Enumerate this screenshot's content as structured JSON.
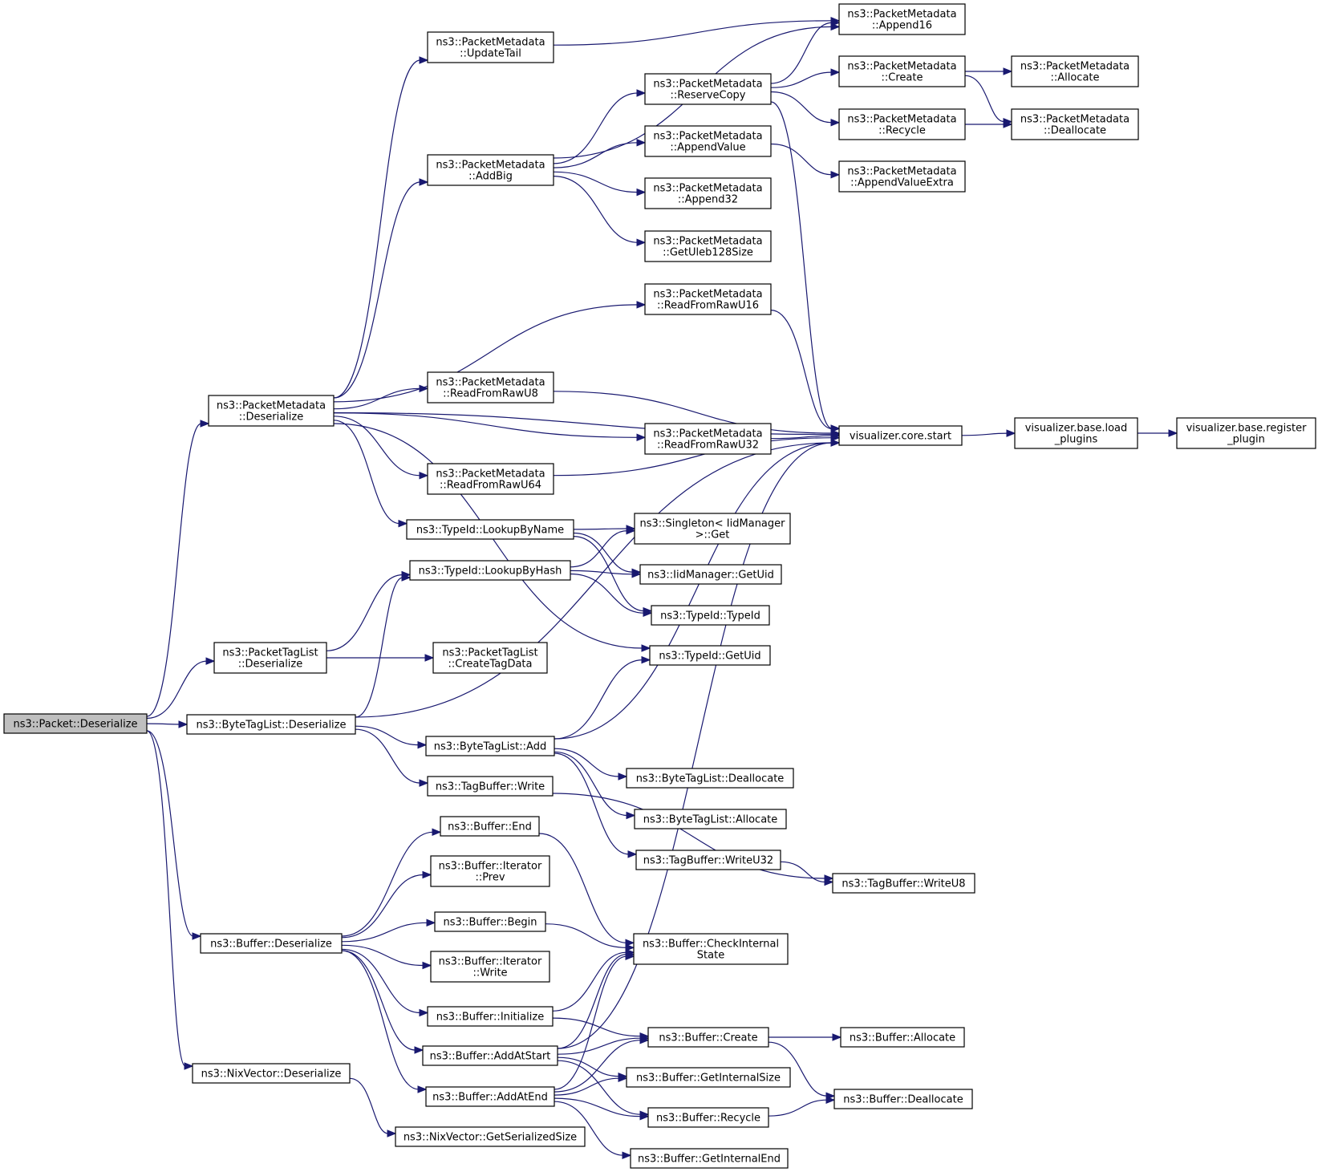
{
  "colors": {
    "edge": "#191970",
    "root_fill": "#bfbfbf",
    "node_fill": "#ffffff",
    "border": "#000000"
  },
  "nodes": [
    {
      "id": "packet_deserialize",
      "lines": [
        "ns3::Packet::Deserialize"
      ],
      "root": true
    },
    {
      "id": "pm_deserialize",
      "lines": [
        "ns3::PacketMetadata",
        "::Deserialize"
      ]
    },
    {
      "id": "ptl_deserialize",
      "lines": [
        "ns3::PacketTagList",
        "::Deserialize"
      ]
    },
    {
      "id": "btl_deserialize",
      "lines": [
        "ns3::ByteTagList::Deserialize"
      ]
    },
    {
      "id": "buf_deserialize",
      "lines": [
        "ns3::Buffer::Deserialize"
      ]
    },
    {
      "id": "nix_deserialize",
      "lines": [
        "ns3::NixVector::Deserialize"
      ]
    },
    {
      "id": "pm_updatetail",
      "lines": [
        "ns3::PacketMetadata",
        "::UpdateTail"
      ]
    },
    {
      "id": "pm_addbig",
      "lines": [
        "ns3::PacketMetadata",
        "::AddBig"
      ]
    },
    {
      "id": "pm_readu8",
      "lines": [
        "ns3::PacketMetadata",
        "::ReadFromRawU8"
      ]
    },
    {
      "id": "pm_readu64",
      "lines": [
        "ns3::PacketMetadata",
        "::ReadFromRawU64"
      ]
    },
    {
      "id": "typeid_lookupname",
      "lines": [
        "ns3::TypeId::LookupByName"
      ]
    },
    {
      "id": "typeid_lookuphash",
      "lines": [
        "ns3::TypeId::LookupByHash"
      ]
    },
    {
      "id": "ptl_createtagdata",
      "lines": [
        "ns3::PacketTagList",
        "::CreateTagData"
      ]
    },
    {
      "id": "btl_add",
      "lines": [
        "ns3::ByteTagList::Add"
      ]
    },
    {
      "id": "tagbuf_write",
      "lines": [
        "ns3::TagBuffer::Write"
      ]
    },
    {
      "id": "buf_end",
      "lines": [
        "ns3::Buffer::End"
      ]
    },
    {
      "id": "bufit_prev",
      "lines": [
        "ns3::Buffer::Iterator",
        "::Prev"
      ]
    },
    {
      "id": "buf_begin",
      "lines": [
        "ns3::Buffer::Begin"
      ]
    },
    {
      "id": "bufit_write",
      "lines": [
        "ns3::Buffer::Iterator",
        "::Write"
      ]
    },
    {
      "id": "buf_initialize",
      "lines": [
        "ns3::Buffer::Initialize"
      ]
    },
    {
      "id": "buf_addatstart",
      "lines": [
        "ns3::Buffer::AddAtStart"
      ]
    },
    {
      "id": "buf_addatend",
      "lines": [
        "ns3::Buffer::AddAtEnd"
      ]
    },
    {
      "id": "nix_getsersize",
      "lines": [
        "ns3::NixVector::GetSerializedSize"
      ]
    },
    {
      "id": "pm_reservecopy",
      "lines": [
        "ns3::PacketMetadata",
        "::ReserveCopy"
      ]
    },
    {
      "id": "pm_appendvalue",
      "lines": [
        "ns3::PacketMetadata",
        "::AppendValue"
      ]
    },
    {
      "id": "pm_append32",
      "lines": [
        "ns3::PacketMetadata",
        "::Append32"
      ]
    },
    {
      "id": "pm_getuleb",
      "lines": [
        "ns3::PacketMetadata",
        "::GetUleb128Size"
      ]
    },
    {
      "id": "pm_readu16",
      "lines": [
        "ns3::PacketMetadata",
        "::ReadFromRawU16"
      ]
    },
    {
      "id": "pm_readu32",
      "lines": [
        "ns3::PacketMetadata",
        "::ReadFromRawU32"
      ]
    },
    {
      "id": "singleton_get",
      "lines": [
        "ns3::Singleton< IidManager",
        ">::Get"
      ]
    },
    {
      "id": "iid_getuid",
      "lines": [
        "ns3::IidManager::GetUid"
      ]
    },
    {
      "id": "typeid_typeid",
      "lines": [
        "ns3::TypeId::TypeId"
      ]
    },
    {
      "id": "typeid_getuid",
      "lines": [
        "ns3::TypeId::GetUid"
      ]
    },
    {
      "id": "btl_deallocate",
      "lines": [
        "ns3::ByteTagList::Deallocate"
      ]
    },
    {
      "id": "btl_allocate",
      "lines": [
        "ns3::ByteTagList::Allocate"
      ]
    },
    {
      "id": "tagbuf_writeu32",
      "lines": [
        "ns3::TagBuffer::WriteU32"
      ]
    },
    {
      "id": "buf_checkinternal",
      "lines": [
        "ns3::Buffer::CheckInternal",
        "State"
      ]
    },
    {
      "id": "buf_create",
      "lines": [
        "ns3::Buffer::Create"
      ]
    },
    {
      "id": "buf_getinternalsize",
      "lines": [
        "ns3::Buffer::GetInternalSize"
      ]
    },
    {
      "id": "buf_recycle",
      "lines": [
        "ns3::Buffer::Recycle"
      ]
    },
    {
      "id": "buf_getinternalend",
      "lines": [
        "ns3::Buffer::GetInternalEnd"
      ]
    },
    {
      "id": "pm_append16",
      "lines": [
        "ns3::PacketMetadata",
        "::Append16"
      ]
    },
    {
      "id": "pm_create",
      "lines": [
        "ns3::PacketMetadata",
        "::Create"
      ]
    },
    {
      "id": "pm_recycle",
      "lines": [
        "ns3::PacketMetadata",
        "::Recycle"
      ]
    },
    {
      "id": "pm_appendvalueextra",
      "lines": [
        "ns3::PacketMetadata",
        "::AppendValueExtra"
      ]
    },
    {
      "id": "viz_core_start",
      "lines": [
        "visualizer.core.start"
      ]
    },
    {
      "id": "tagbuf_writeu8",
      "lines": [
        "ns3::TagBuffer::WriteU8"
      ]
    },
    {
      "id": "buf_allocate",
      "lines": [
        "ns3::Buffer::Allocate"
      ]
    },
    {
      "id": "buf_deallocate",
      "lines": [
        "ns3::Buffer::Deallocate"
      ]
    },
    {
      "id": "pm_allocate",
      "lines": [
        "ns3::PacketMetadata",
        "::Allocate"
      ]
    },
    {
      "id": "pm_deallocate",
      "lines": [
        "ns3::PacketMetadata",
        "::Deallocate"
      ]
    },
    {
      "id": "viz_loadplugins",
      "lines": [
        "visualizer.base.load",
        "_plugins"
      ]
    },
    {
      "id": "viz_registerplugin",
      "lines": [
        "visualizer.base.register",
        "_plugin"
      ]
    }
  ],
  "edges": [
    [
      "packet_deserialize",
      "pm_deserialize"
    ],
    [
      "packet_deserialize",
      "ptl_deserialize"
    ],
    [
      "packet_deserialize",
      "btl_deserialize"
    ],
    [
      "packet_deserialize",
      "buf_deserialize"
    ],
    [
      "packet_deserialize",
      "nix_deserialize"
    ],
    [
      "pm_deserialize",
      "pm_updatetail"
    ],
    [
      "pm_deserialize",
      "pm_addbig"
    ],
    [
      "pm_deserialize",
      "pm_readu16"
    ],
    [
      "pm_deserialize",
      "viz_core_start"
    ],
    [
      "pm_deserialize",
      "pm_readu8"
    ],
    [
      "pm_deserialize",
      "pm_readu32"
    ],
    [
      "pm_deserialize",
      "pm_readu64"
    ],
    [
      "pm_deserialize",
      "typeid_lookupname"
    ],
    [
      "pm_deserialize",
      "typeid_getuid"
    ],
    [
      "pm_updatetail",
      "pm_append16"
    ],
    [
      "pm_addbig",
      "pm_append16"
    ],
    [
      "pm_addbig",
      "pm_reservecopy"
    ],
    [
      "pm_addbig",
      "pm_appendvalue"
    ],
    [
      "pm_addbig",
      "pm_append32"
    ],
    [
      "pm_addbig",
      "pm_getuleb"
    ],
    [
      "pm_reservecopy",
      "pm_append16"
    ],
    [
      "pm_reservecopy",
      "pm_create"
    ],
    [
      "pm_reservecopy",
      "pm_recycle"
    ],
    [
      "pm_reservecopy",
      "viz_core_start"
    ],
    [
      "pm_appendvalue",
      "pm_appendvalueextra"
    ],
    [
      "pm_create",
      "pm_allocate"
    ],
    [
      "pm_create",
      "pm_deallocate"
    ],
    [
      "pm_recycle",
      "pm_deallocate"
    ],
    [
      "pm_readu16",
      "viz_core_start"
    ],
    [
      "pm_readu8",
      "viz_core_start"
    ],
    [
      "pm_readu32",
      "viz_core_start"
    ],
    [
      "pm_readu64",
      "viz_core_start"
    ],
    [
      "viz_core_start",
      "viz_loadplugins"
    ],
    [
      "viz_loadplugins",
      "viz_registerplugin"
    ],
    [
      "typeid_lookupname",
      "singleton_get"
    ],
    [
      "typeid_lookupname",
      "iid_getuid"
    ],
    [
      "typeid_lookupname",
      "typeid_typeid"
    ],
    [
      "typeid_lookuphash",
      "singleton_get"
    ],
    [
      "typeid_lookuphash",
      "iid_getuid"
    ],
    [
      "typeid_lookuphash",
      "typeid_typeid"
    ],
    [
      "ptl_deserialize",
      "typeid_lookuphash"
    ],
    [
      "ptl_deserialize",
      "ptl_createtagdata"
    ],
    [
      "btl_deserialize",
      "typeid_lookuphash"
    ],
    [
      "btl_deserialize",
      "viz_core_start"
    ],
    [
      "btl_deserialize",
      "btl_add"
    ],
    [
      "btl_deserialize",
      "tagbuf_write"
    ],
    [
      "btl_add",
      "typeid_getuid"
    ],
    [
      "btl_add",
      "viz_core_start"
    ],
    [
      "btl_add",
      "btl_deallocate"
    ],
    [
      "btl_add",
      "btl_allocate"
    ],
    [
      "btl_add",
      "tagbuf_writeu32"
    ],
    [
      "tagbuf_write",
      "tagbuf_writeu8"
    ],
    [
      "tagbuf_writeu32",
      "tagbuf_writeu8"
    ],
    [
      "buf_deserialize",
      "buf_end"
    ],
    [
      "buf_deserialize",
      "bufit_prev"
    ],
    [
      "buf_deserialize",
      "buf_begin"
    ],
    [
      "buf_deserialize",
      "bufit_write"
    ],
    [
      "buf_deserialize",
      "buf_initialize"
    ],
    [
      "buf_deserialize",
      "buf_addatstart"
    ],
    [
      "buf_deserialize",
      "buf_addatend"
    ],
    [
      "buf_end",
      "buf_checkinternal"
    ],
    [
      "buf_begin",
      "buf_checkinternal"
    ],
    [
      "buf_initialize",
      "buf_checkinternal"
    ],
    [
      "buf_initialize",
      "buf_create"
    ],
    [
      "buf_addatstart",
      "viz_core_start"
    ],
    [
      "buf_addatstart",
      "buf_checkinternal"
    ],
    [
      "buf_addatstart",
      "buf_create"
    ],
    [
      "buf_addatstart",
      "buf_getinternalsize"
    ],
    [
      "buf_addatstart",
      "buf_recycle"
    ],
    [
      "buf_addatend",
      "buf_checkinternal"
    ],
    [
      "buf_addatend",
      "buf_create"
    ],
    [
      "buf_addatend",
      "buf_getinternalsize"
    ],
    [
      "buf_addatend",
      "buf_recycle"
    ],
    [
      "buf_addatend",
      "buf_getinternalend"
    ],
    [
      "buf_create",
      "buf_allocate"
    ],
    [
      "buf_create",
      "buf_deallocate"
    ],
    [
      "buf_recycle",
      "buf_deallocate"
    ],
    [
      "nix_deserialize",
      "nix_getsersize"
    ]
  ]
}
